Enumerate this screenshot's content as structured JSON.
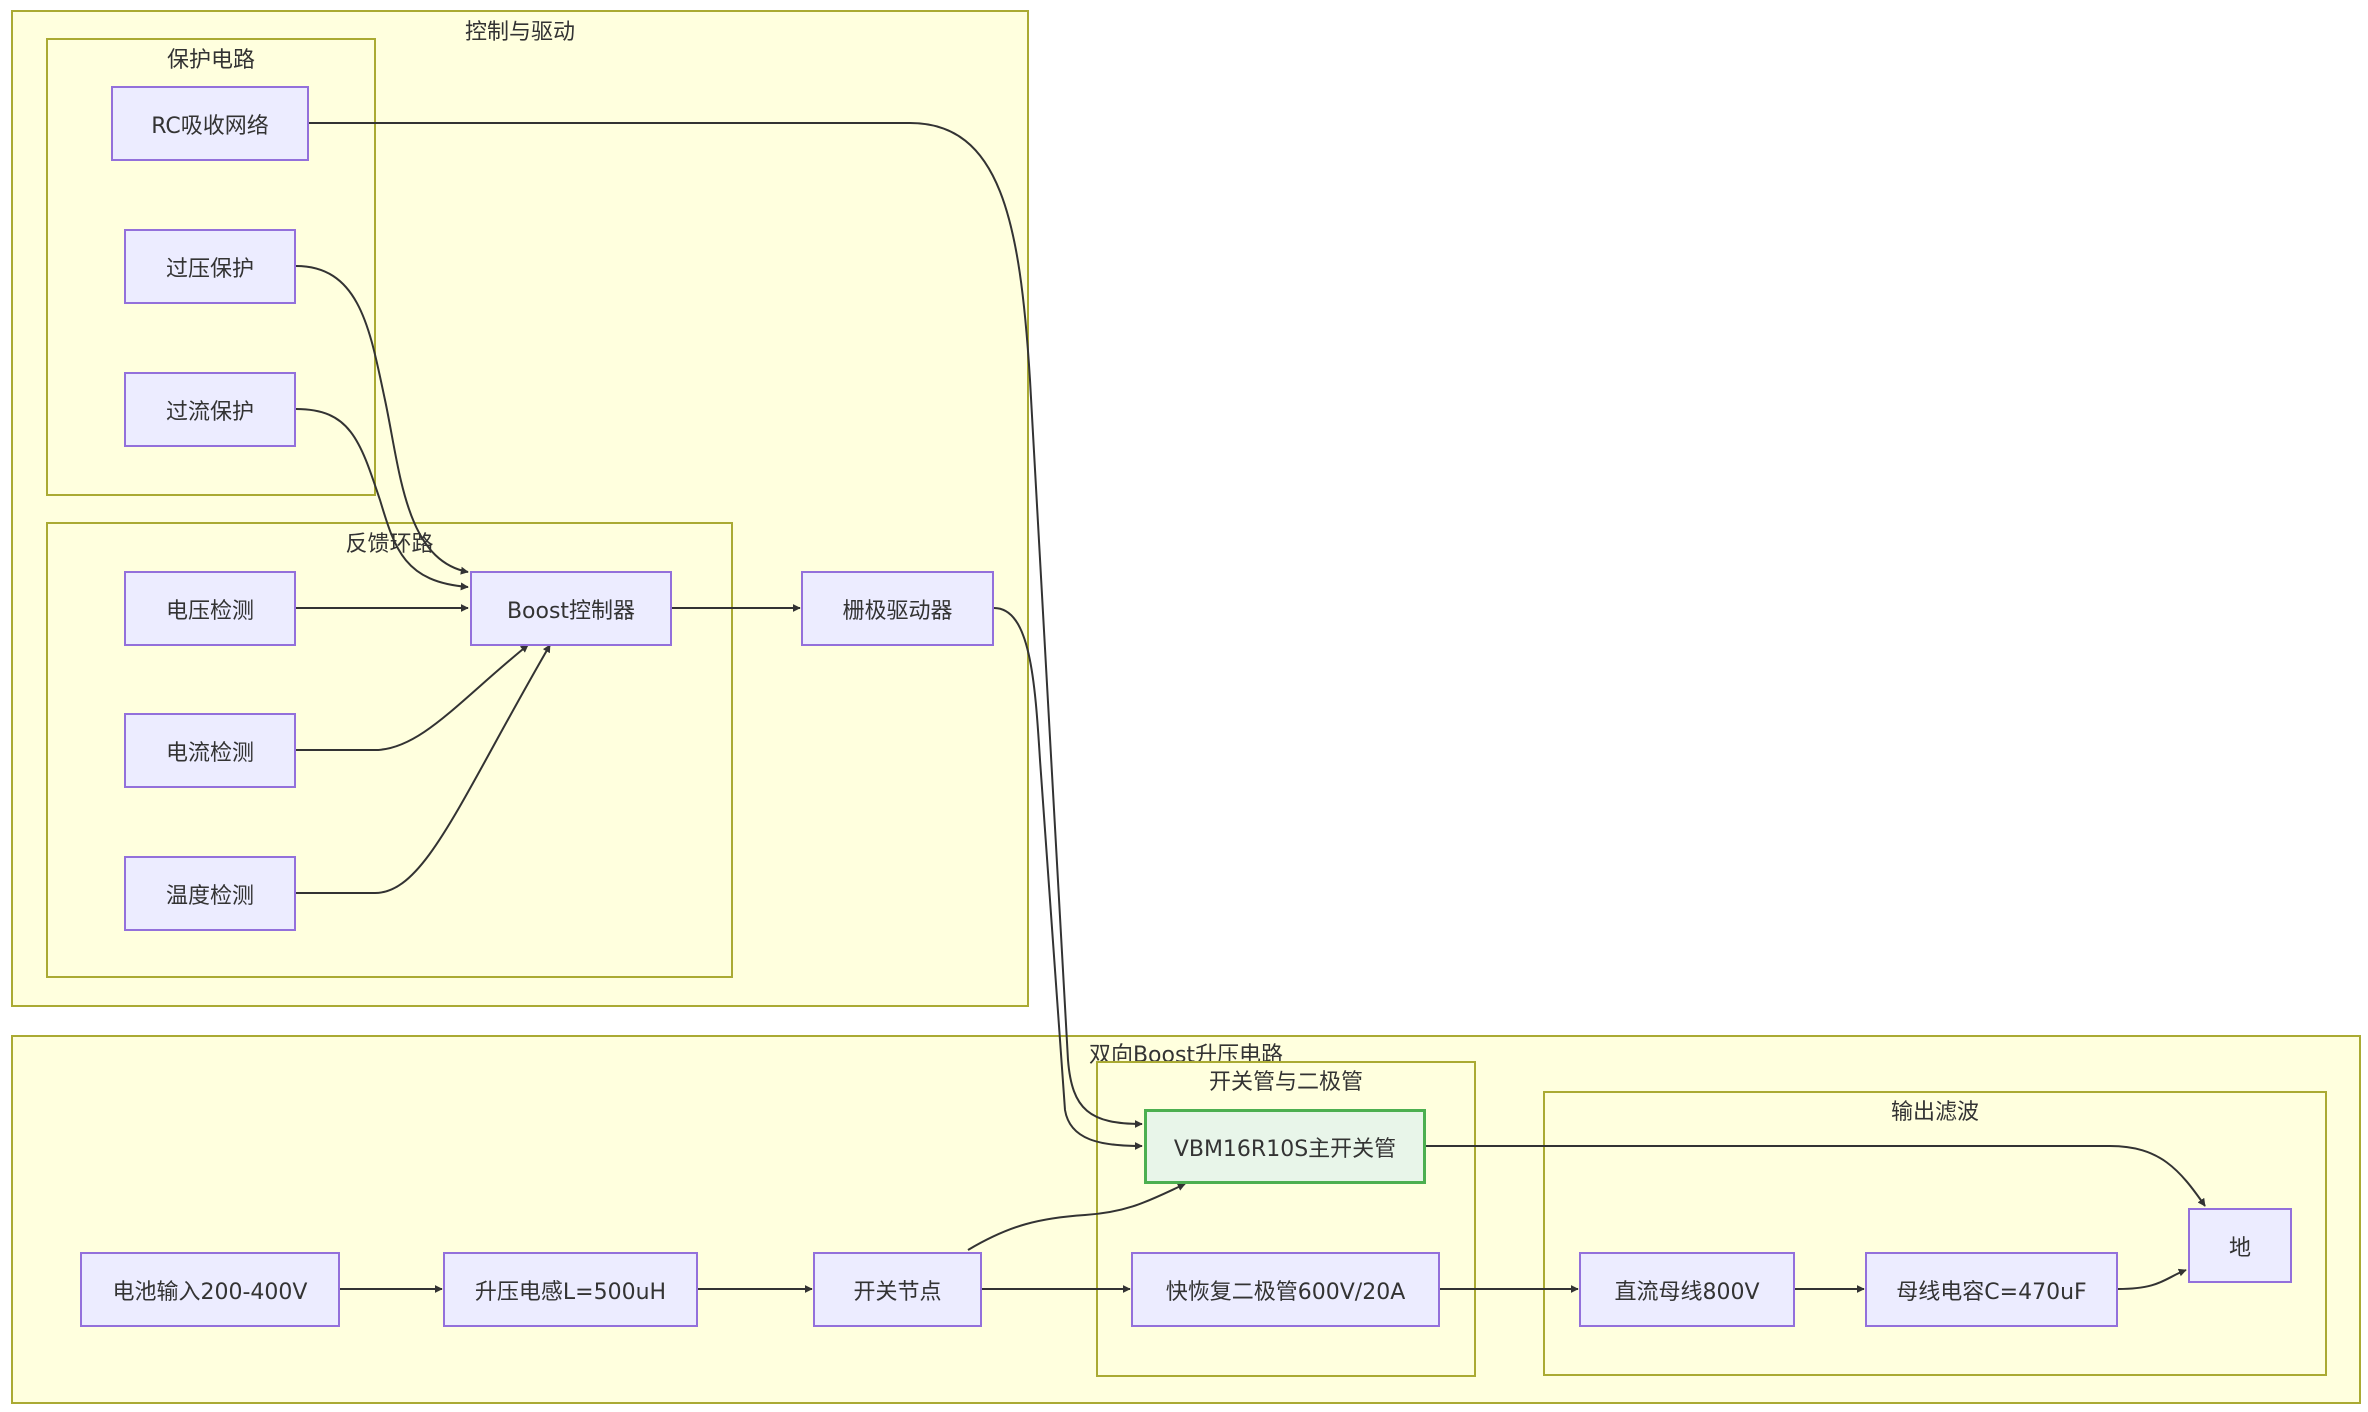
{
  "clusters": {
    "control": "控制与驱动",
    "protection": "保护电路",
    "feedback": "反馈环路",
    "main": "双向Boost升压电路",
    "switch": "开关管与二极管",
    "output": "输出滤波"
  },
  "nodes": {
    "rc": "RC吸收网络",
    "ovp": "过压保护",
    "ocp": "过流保护",
    "vsense": "电压检测",
    "isense": "电流检测",
    "tsense": "温度检测",
    "controller": "Boost控制器",
    "driver": "栅极驱动器",
    "battery": "电池输入200-400V",
    "inductor": "升压电感L=500uH",
    "swnode": "开关节点",
    "mosfet": "VBM16R10S主开关管",
    "diode": "快恢复二极管600V/20A",
    "dcbus": "直流母线800V",
    "buscap": "母线电容C=470uF",
    "ground": "地"
  },
  "colors": {
    "cluster_fill": "#ffffde",
    "cluster_border": "#aaaa33",
    "node_fill": "#ececff",
    "node_border": "#9370db",
    "highlight_fill": "#e8f5e9",
    "highlight_border": "#4caf50",
    "edge": "#333333"
  }
}
